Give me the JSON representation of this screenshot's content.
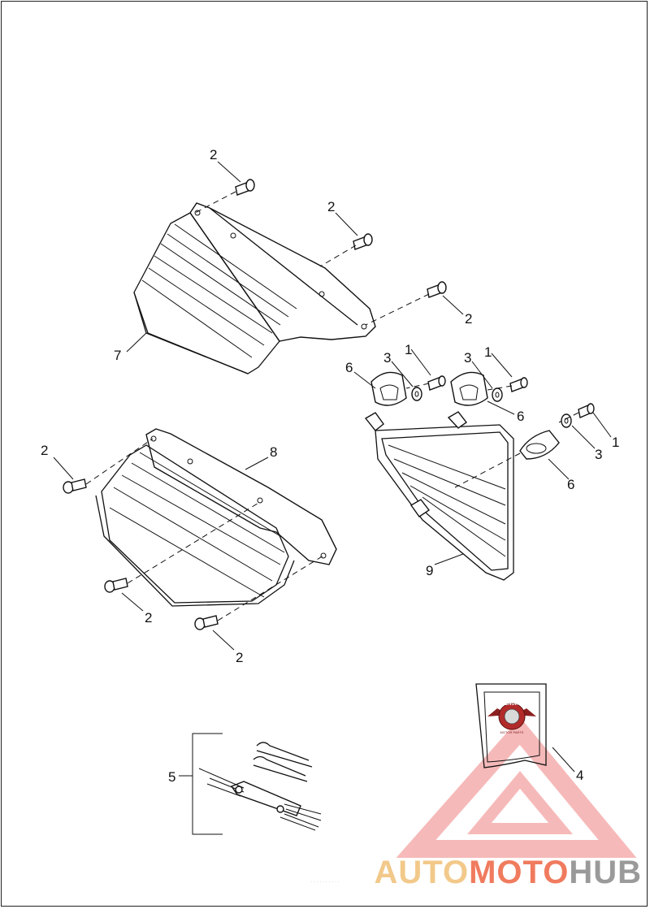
{
  "diagram": {
    "callouts": {
      "c2a": "2",
      "c2b": "2",
      "c2c": "2",
      "c2d": "2",
      "c2e": "2",
      "c2f": "2",
      "c7": "7",
      "c8": "8",
      "c9": "9",
      "c3a": "3",
      "c3b": "3",
      "c3c": "3",
      "c1a": "1",
      "c1b": "1",
      "c1c": "1",
      "c6a": "6",
      "c6b": "6",
      "c6c": "6",
      "c5": "5",
      "c4": "4"
    }
  },
  "kit_box": {
    "badge_text": "GENUINE",
    "badge_sub": "MOTOR PARTS"
  },
  "watermark": {
    "brand_part1": "AUTO",
    "brand_part2": "MOTO",
    "brand_part3": "HUB",
    "colors": {
      "part1": "#f2c98a",
      "part2": "#f07b5e",
      "part3": "#9a9a9a",
      "triangle": "#f08080"
    }
  },
  "footer": {
    "mark": "· · · ·  · ·  · · · ·"
  }
}
